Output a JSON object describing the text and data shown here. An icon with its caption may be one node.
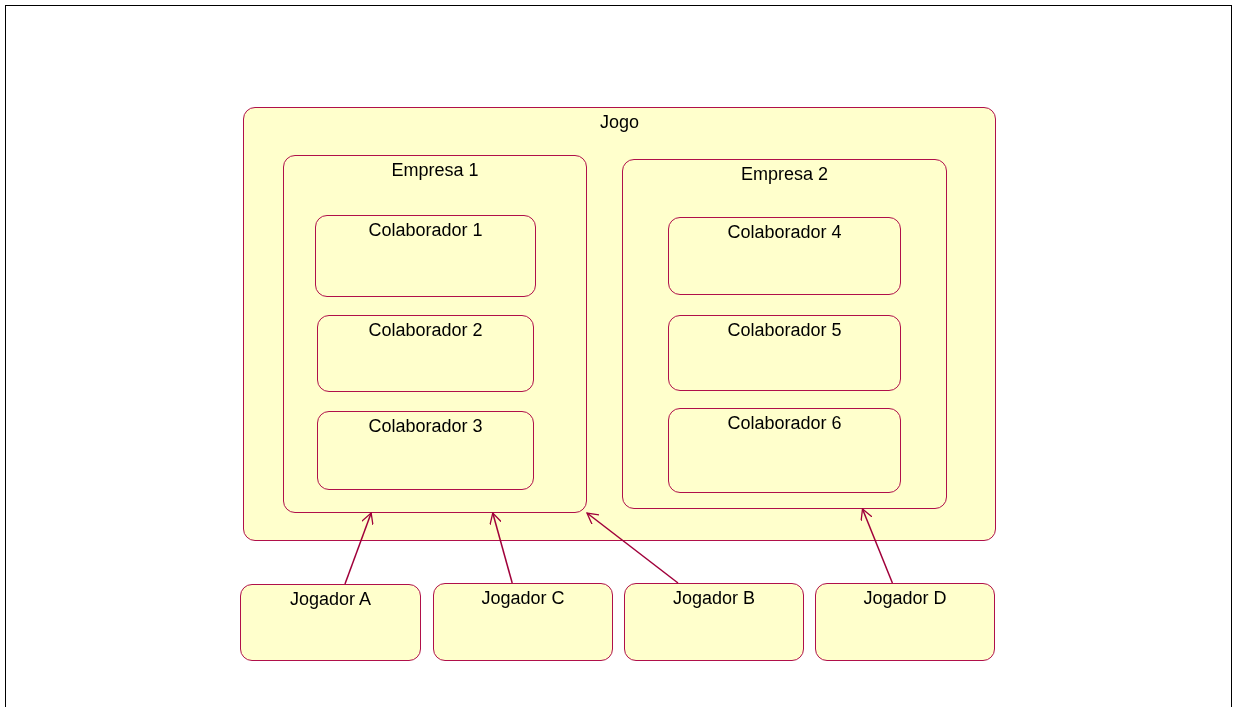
{
  "diagram": {
    "nodes": [
      {
        "text": [
          "Jogo"
        ]
      },
      {
        "text": [
          "Empresa 1"
        ],
        "in": 0
      },
      {
        "text": [
          "Colaborador 1"
        ],
        "in": 1
      },
      {
        "text": [
          "Colaborador 2"
        ],
        "in": 1
      },
      {
        "text": [
          "Colaborador 3"
        ],
        "in": 1
      },
      {
        "text": [
          "Empresa 2"
        ],
        "in": 0
      },
      {
        "text": [
          "Colaborador 4"
        ],
        "in": 5
      },
      {
        "text": [
          "Colaborador 5"
        ],
        "in": 5
      },
      {
        "text": [
          "Colaborador 6"
        ],
        "in": 5
      },
      {
        "text": [
          "Jogador A"
        ]
      },
      {
        "text": [
          "Jogador C"
        ]
      },
      {
        "text": [
          "Jogador B"
        ]
      },
      {
        "text": [
          "Jogador D"
        ]
      }
    ],
    "edges": [
      {
        "from": 9,
        "to": 1,
        "arrow": "to"
      },
      {
        "from": 10,
        "to": 1,
        "arrow": "to"
      },
      {
        "from": 11,
        "to": 1,
        "arrow": "to"
      },
      {
        "from": 12,
        "to": 5,
        "arrow": "to"
      }
    ]
  }
}
